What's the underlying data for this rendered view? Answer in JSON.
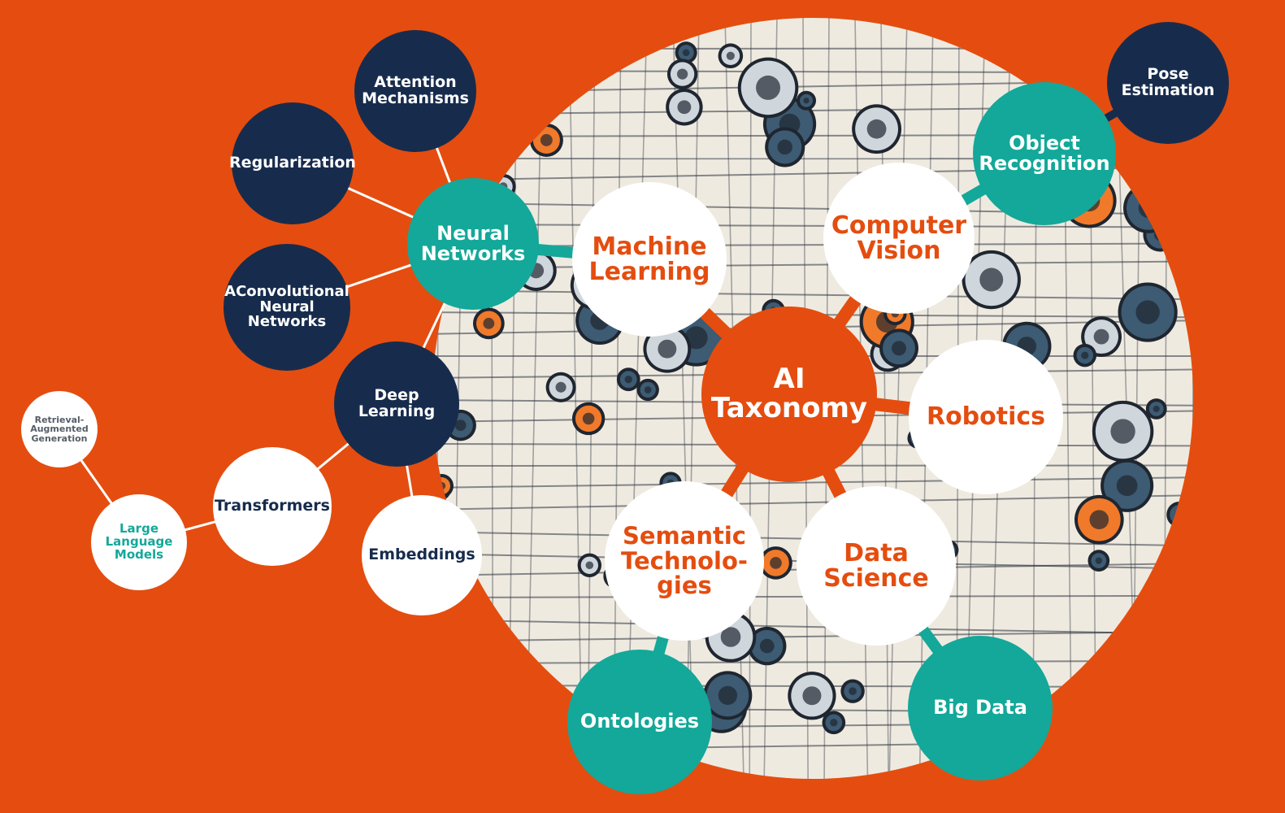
{
  "colors": {
    "background": "#e44d0f",
    "navy": "#172c4d",
    "teal": "#13a899",
    "white": "#ffffff",
    "orange_text": "#e44d0f",
    "illustration_bg": "#efeae0",
    "illustration_lines": "#2d3440"
  },
  "center": {
    "title": "AI\nTaxonomy"
  },
  "nodes": {
    "machine_learning": "Machine\nLearning",
    "computer_vision": "Computer\nVision",
    "robotics": "Robotics",
    "data_science": "Data\nScience",
    "semantic_technologies": "Semantic\nTechnolo-\ngies",
    "neural_networks": "Neural\nNetworks",
    "object_recognition": "Object\nRecognition",
    "pose_estimation": "Pose\nEstimation",
    "attention_mechanisms": "Attention\nMechanisms",
    "regularization": "Regularization",
    "convolutional_neural_networks": "AConvolutional\nNeural\nNetworks",
    "deep_learning": "Deep\nLearning",
    "transformers": "Transformers",
    "embeddings": "Embeddings",
    "large_language_models": "Large\nLanguage\nModels",
    "retrieval_augmented_generation": "Retrieval-\nAugmented\nGeneration",
    "ontologies": "Ontologies",
    "big_data": "Big Data"
  }
}
